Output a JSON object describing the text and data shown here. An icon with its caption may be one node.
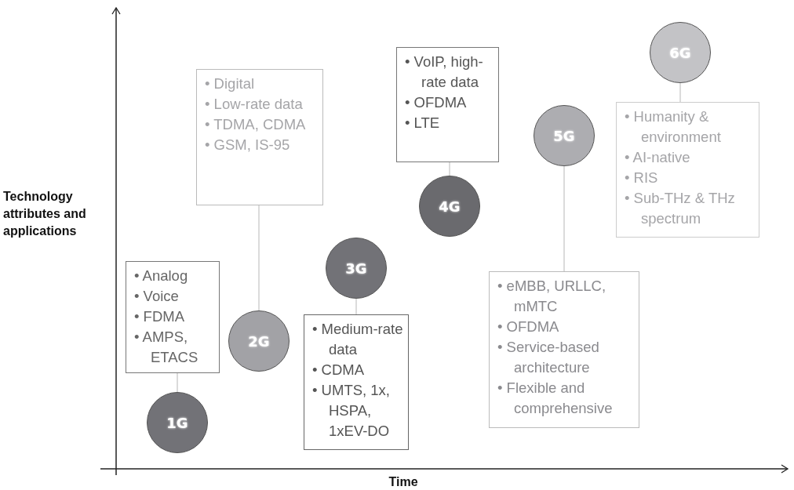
{
  "diagram": {
    "nodes": [
      {
        "text": [
          "• Analog",
          "• Voice",
          "• FDMA",
          "• AMPS, ETACS"
        ]
      },
      {
        "text": [
          "1G"
        ]
      },
      {
        "text": [
          "• Digital",
          "• Low-rate data",
          "• TDMA, CDMA",
          "• GSM, IS-95"
        ]
      },
      {
        "text": [
          "2G"
        ]
      },
      {
        "text": [
          "3G"
        ]
      },
      {
        "text": [
          "• Medium-rate data",
          "• CDMA",
          "• UMTS, 1x, HSPA, 1xEV-DO"
        ]
      },
      {
        "text": [
          "• VoIP, high-rate data",
          "• OFDMA",
          "• LTE"
        ]
      },
      {
        "text": [
          "4G"
        ]
      },
      {
        "text": [
          "5G"
        ]
      },
      {
        "text": [
          "• eMBB, URLLC, mMTC",
          "• OFDMA",
          "• Service-based architecture",
          "• Flexible and comprehensive"
        ]
      },
      {
        "text": [
          "6G"
        ]
      },
      {
        "text": [
          "• Humanity & environment",
          "• AI-native",
          "• RIS",
          "• Sub-THz & THz spectrum"
        ]
      }
    ],
    "edges": [
      {
        "from": 0,
        "to": 1,
        "arrow": "none"
      },
      {
        "from": 2,
        "to": 3,
        "arrow": "none"
      },
      {
        "from": 4,
        "to": 5,
        "arrow": "none"
      },
      {
        "from": 6,
        "to": 7,
        "arrow": "none"
      },
      {
        "from": 8,
        "to": 9,
        "arrow": "none"
      },
      {
        "from": 10,
        "to": 11,
        "arrow": "none"
      }
    ],
    "labels": [
      "Technology attributes and applications",
      "Time"
    ]
  }
}
